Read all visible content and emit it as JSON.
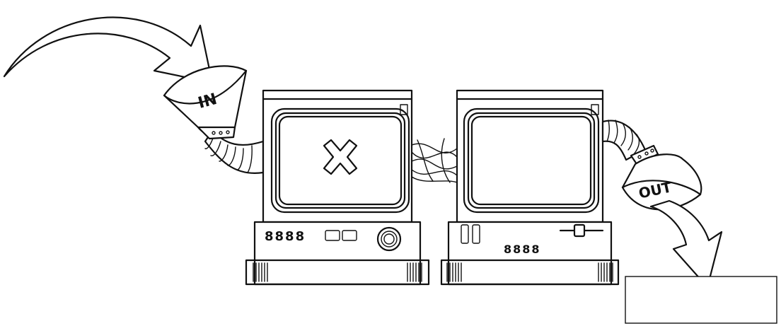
{
  "labels": {
    "input": "IN",
    "output": "OUT"
  },
  "icons": {
    "screen_left": "x-mark",
    "screen_right": "blank",
    "left_readout": "8888",
    "right_readout": "8888"
  },
  "output_box_text": "",
  "colors": {
    "ink": "#111111",
    "background": "#ffffff"
  }
}
